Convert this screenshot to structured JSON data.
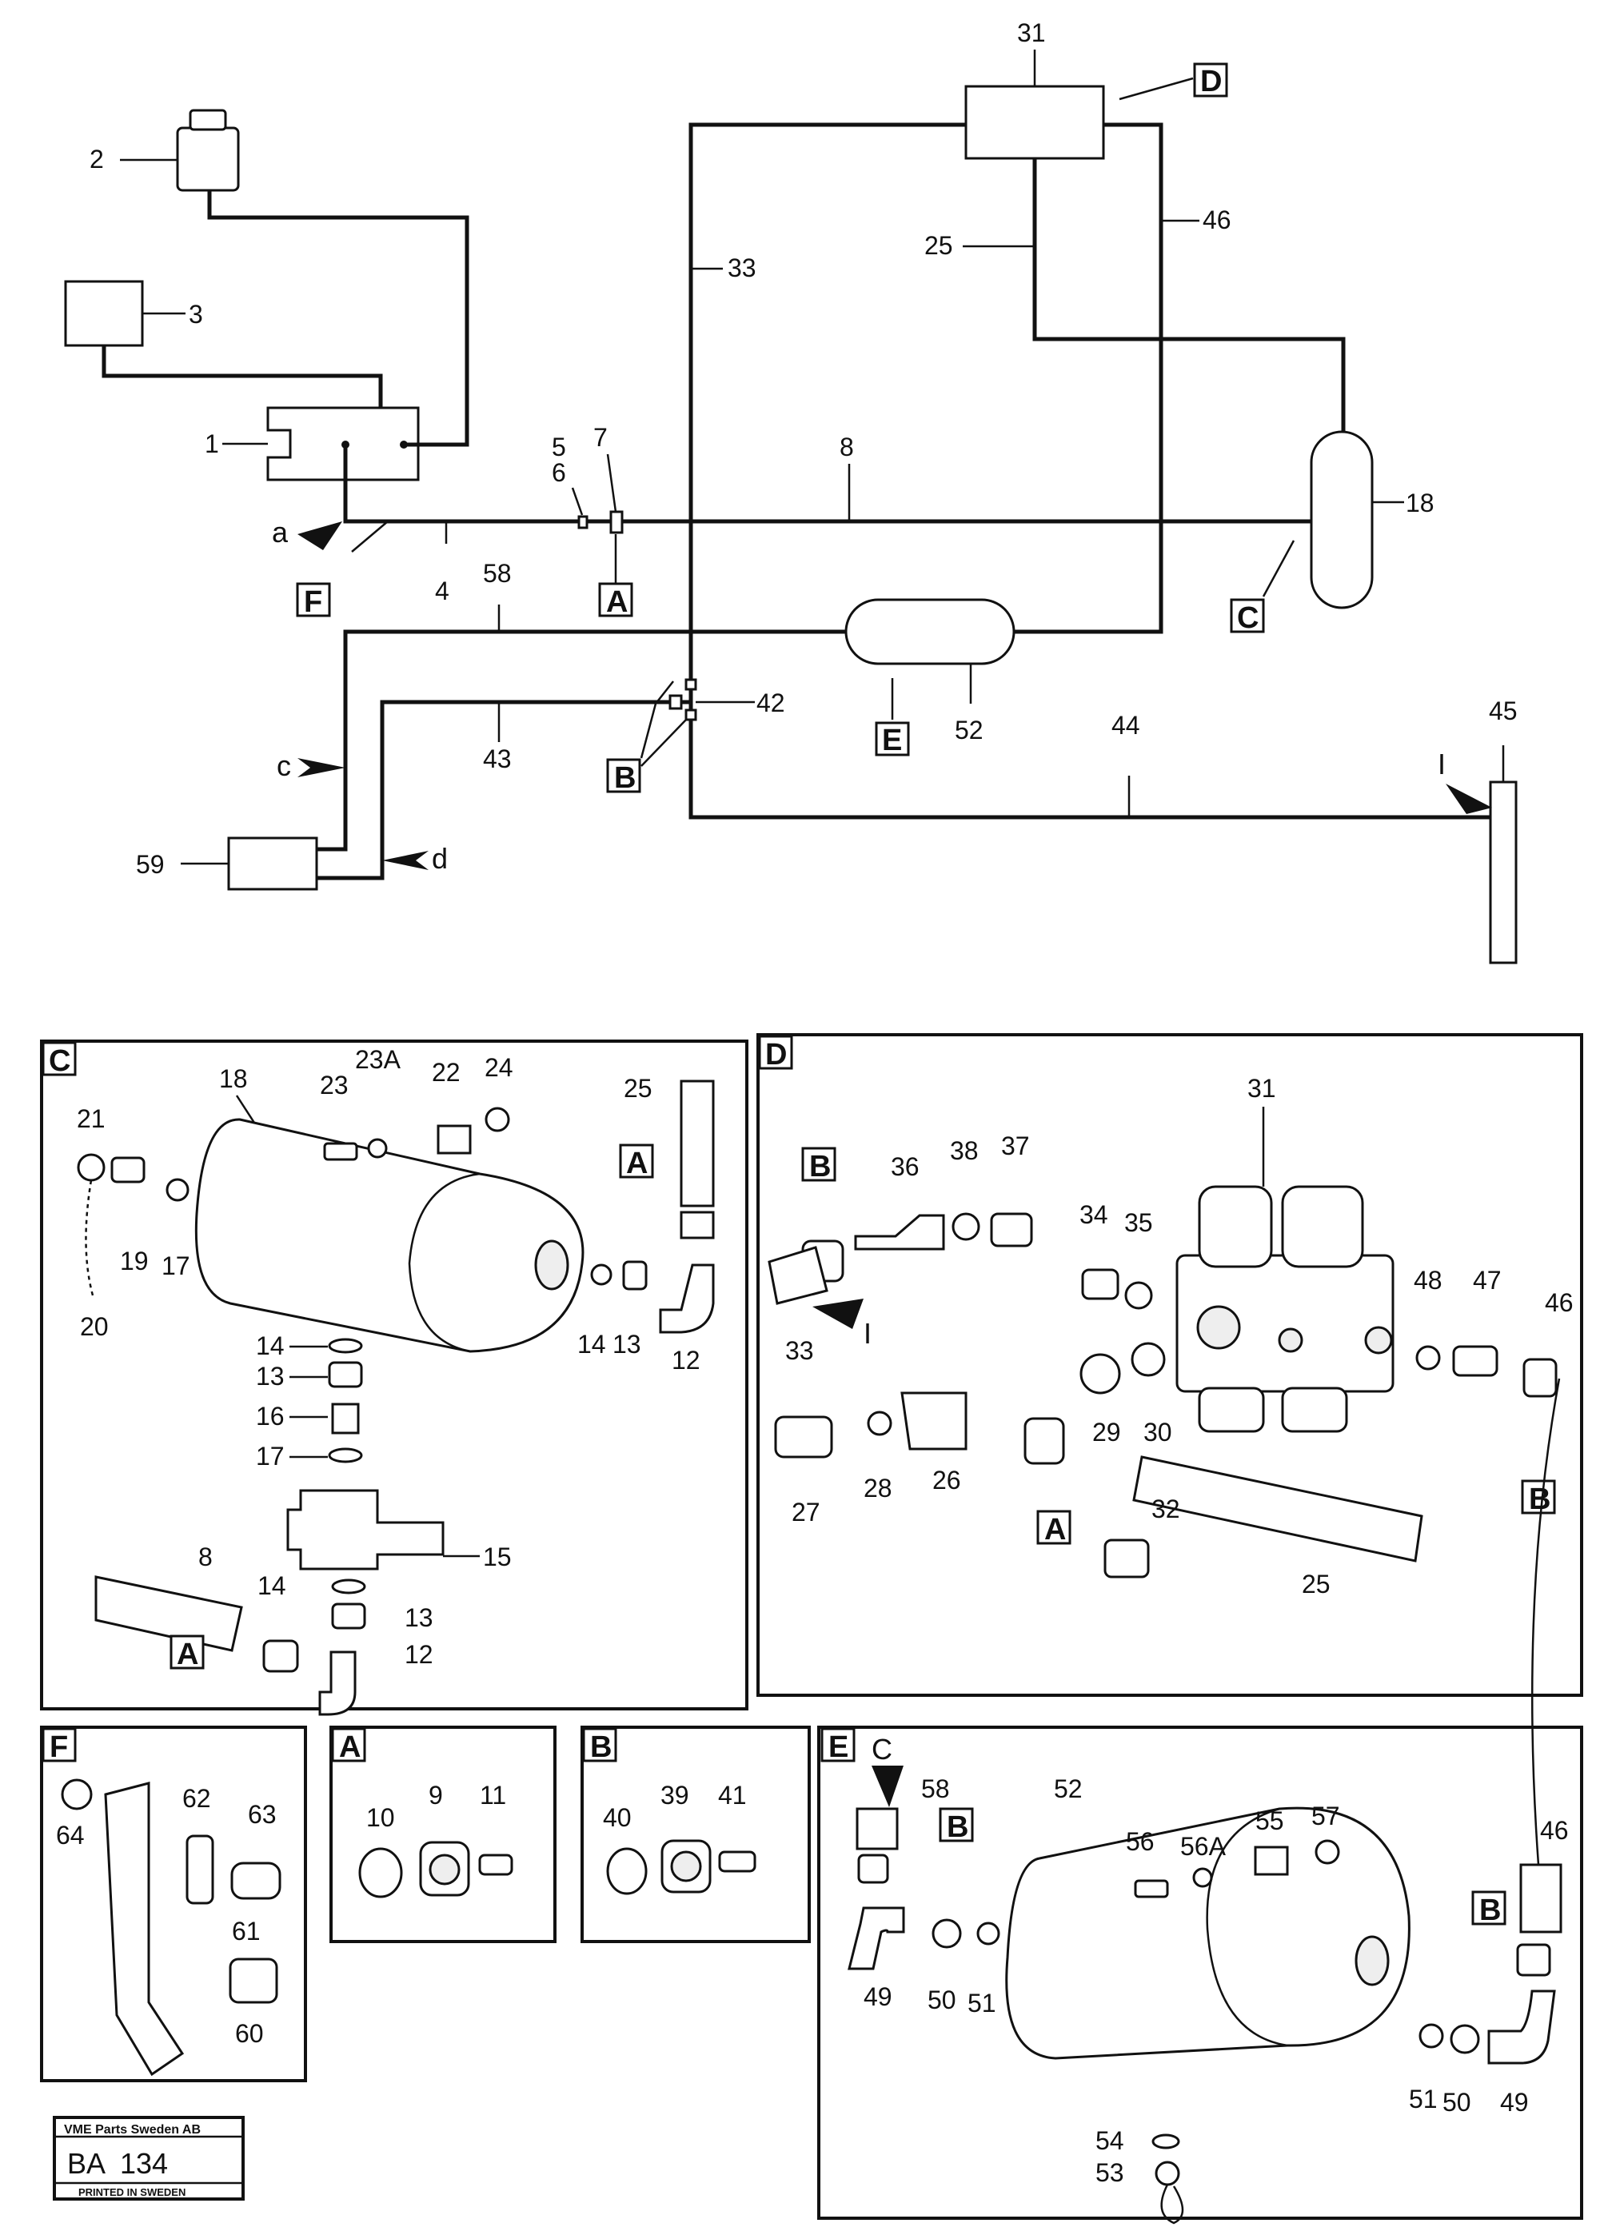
{
  "callouts": {
    "n1": "1",
    "n2": "2",
    "n3": "3",
    "n4": "4",
    "n5": "5",
    "n6": "6",
    "n7": "7",
    "n8": "8",
    "n25": "25",
    "n31": "31",
    "n33": "33",
    "n42": "42",
    "n43": "43",
    "n44": "44",
    "n45": "45",
    "n46": "46",
    "n52": "52",
    "n58": "58",
    "n59": "59",
    "n18": "18"
  },
  "letters": {
    "a": "a",
    "c": "c",
    "d": "d",
    "I": "I",
    "A": "A",
    "B": "B",
    "C": "C",
    "D": "D",
    "E": "E",
    "F": "F"
  },
  "panel_c": {
    "tag": "C",
    "labels": {
      "l18": "18",
      "l20": "20",
      "l21": "21",
      "l19": "19",
      "l17": "17",
      "l23": "23",
      "l23A": "23A",
      "l22": "22",
      "l24": "24",
      "l25": "25",
      "l14a": "14",
      "l13a": "13",
      "l12a": "12",
      "l14b": "14",
      "l13b": "13",
      "l16": "16",
      "l17b": "17",
      "l15": "15",
      "l8": "8",
      "l14c": "14",
      "l13c": "13",
      "l12c": "12"
    },
    "refA1": "A",
    "refA2": "A"
  },
  "panel_d": {
    "tag": "D",
    "labels": {
      "l31": "31",
      "l36": "36",
      "l38": "38",
      "l37": "37",
      "l34": "34",
      "l35": "35",
      "l33": "33",
      "l48": "48",
      "l47": "47",
      "l46": "46",
      "l27": "27",
      "l28": "28",
      "l26": "26",
      "l29": "29",
      "l30": "30",
      "l32": "32",
      "l25": "25"
    },
    "refB1": "B",
    "refB2": "B",
    "refA": "A",
    "refI": "I"
  },
  "panel_f": {
    "tag": "F",
    "labels": {
      "l64": "64",
      "l62": "62",
      "l63": "63",
      "l61": "61",
      "l60": "60"
    }
  },
  "panel_a": {
    "tag": "A",
    "labels": {
      "l10": "10",
      "l9": "9",
      "l11": "11"
    }
  },
  "panel_b": {
    "tag": "B",
    "labels": {
      "l40": "40",
      "l39": "39",
      "l41": "41"
    }
  },
  "panel_e": {
    "tag": "E",
    "labels": {
      "lC": "C",
      "l58": "58",
      "l52": "52",
      "l56": "56",
      "l56A": "56A",
      "l55": "55",
      "l57": "57",
      "l49a": "49",
      "l50a": "50",
      "l51a": "51",
      "l46": "46",
      "l51b": "51",
      "l50b": "50",
      "l49b": "49",
      "l54": "54",
      "l53": "53"
    },
    "refB1": "B",
    "refB2": "B"
  },
  "title_block": {
    "company": "VME Parts Sweden AB",
    "code": "BA",
    "number": "134",
    "printed": "PRINTED IN SWEDEN"
  }
}
